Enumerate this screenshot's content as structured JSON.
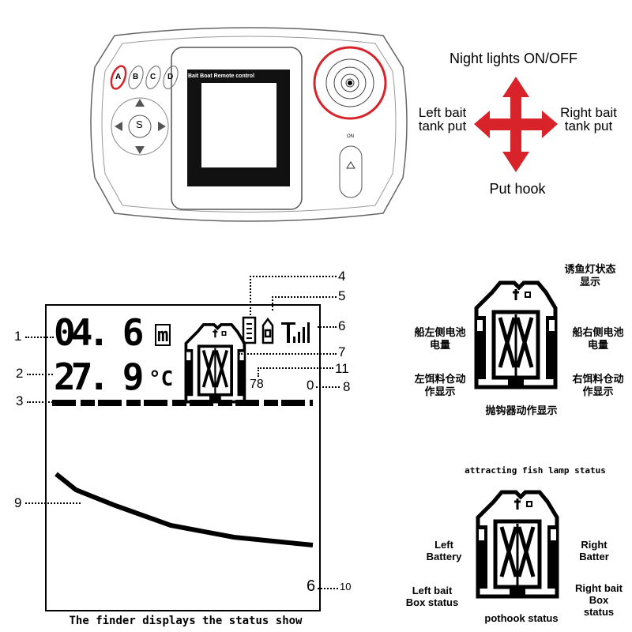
{
  "remote": {
    "screen_title": "Bait Boat Remote control",
    "buttons": [
      "A",
      "B",
      "C",
      "D"
    ],
    "center_button": "S",
    "power_label": "ON"
  },
  "joystick_legend": {
    "up": "Night lights ON/OFF",
    "left": "Left bait tank put",
    "right": "Right bait tank put",
    "down": "Put hook"
  },
  "finder": {
    "depth": "04. 6",
    "depth_unit": "m",
    "temp": "27. 9",
    "temp_unit": "°C",
    "value_11": "78",
    "value_8": "0",
    "value_10": "6",
    "caption": "The finder displays the status show",
    "callouts": [
      "1",
      "2",
      "3",
      "4",
      "5",
      "6",
      "7",
      "8",
      "9",
      "10",
      "11"
    ]
  },
  "cn_labels": {
    "lamp": "诱鱼灯状态显示",
    "left_batt": "船左侧电池电量",
    "right_batt": "船右侧电池电量",
    "left_box": "左饵料仓动作显示",
    "right_box": "右饵料仓动作显示",
    "hook": "抛钩器动作显示"
  },
  "en_labels": {
    "lamp": "attracting fish lamp status",
    "left_batt": "Left Battery",
    "right_batt": "Right Batter",
    "left_box": "Left bait Box status",
    "right_box": "Right bait Box status",
    "hook": "pothook status"
  },
  "colors": {
    "accent_red": "#d8232a"
  }
}
